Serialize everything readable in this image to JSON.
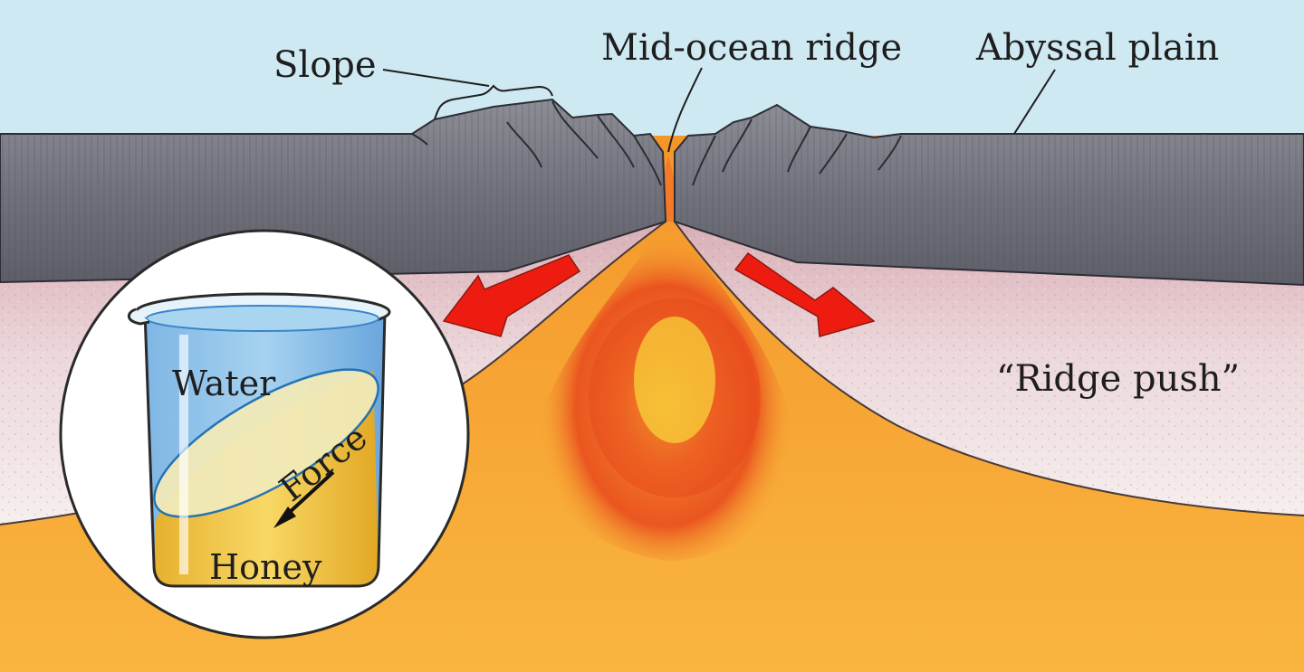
{
  "labels": {
    "slope": "Slope",
    "mid_ocean_ridge": "Mid-ocean ridge",
    "abyssal_plain": "Abyssal plain",
    "ridge_push": "“Ridge push”",
    "water": "Water",
    "force": "Force",
    "honey": "Honey"
  },
  "colors": {
    "ocean": "#cfe9f3",
    "crust_gray": "#7c7d86",
    "lithosphere_pink": "#e6c9ce",
    "mantle_orange": "#f6a531",
    "magma_red": "#e8471c",
    "arrow_red": "#ee1c10",
    "water_blue": "#8fc3ea",
    "honey_yellow": "#f3c640"
  },
  "icons": {
    "arrows": [
      "spreading-arrow-left",
      "spreading-arrow-right",
      "force-arrow"
    ],
    "inset": "beaker-icon"
  }
}
